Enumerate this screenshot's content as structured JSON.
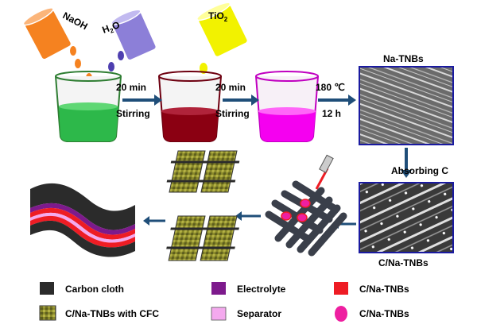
{
  "reagents": {
    "naoh": "NaOH",
    "water_h": "H",
    "water_sub": "2",
    "water_o": "O",
    "tio2_main": "TiO",
    "tio2_sub": "2"
  },
  "steps": {
    "step1_time": "20 min",
    "step1_action": "Stirring",
    "step2_time": "20 min",
    "step2_action": "Stirring",
    "step3_temp": "180 ℃",
    "step3_duration": "12 h",
    "absorb": "Absorbing C"
  },
  "images": {
    "na_tnbs": "Na-TNBs",
    "c_na_tnbs": "C/Na-TNBs"
  },
  "legend": {
    "carbon_cloth": "Carbon cloth",
    "electrolyte": "Electrolyte",
    "c_na_tnbs_red": "C/Na-TNBs",
    "c_na_tnbs_cfc": "C/Na-TNBs  with CFC",
    "separator": "Separator",
    "c_na_tnbs_pink": "C/Na-TNBs"
  },
  "colors": {
    "naoh_bottle": "#f58220",
    "water_bottle": "#8c7fd8",
    "tio2_bottle": "#f2f200",
    "beaker1_liquid": "#2db84a",
    "beaker2_liquid": "#8b0012",
    "beaker3_liquid": "#f500f0",
    "arrow": "#1f4e79",
    "carbon_cloth": "#2b2b2b",
    "electrolyte": "#7d1a8c",
    "separator": "#f4a9ee",
    "c_na_tnbs_red": "#ee1c24",
    "c_na_tnbs_pink": "#ee1fa0",
    "cfc_gold": "#8a8a2a"
  }
}
